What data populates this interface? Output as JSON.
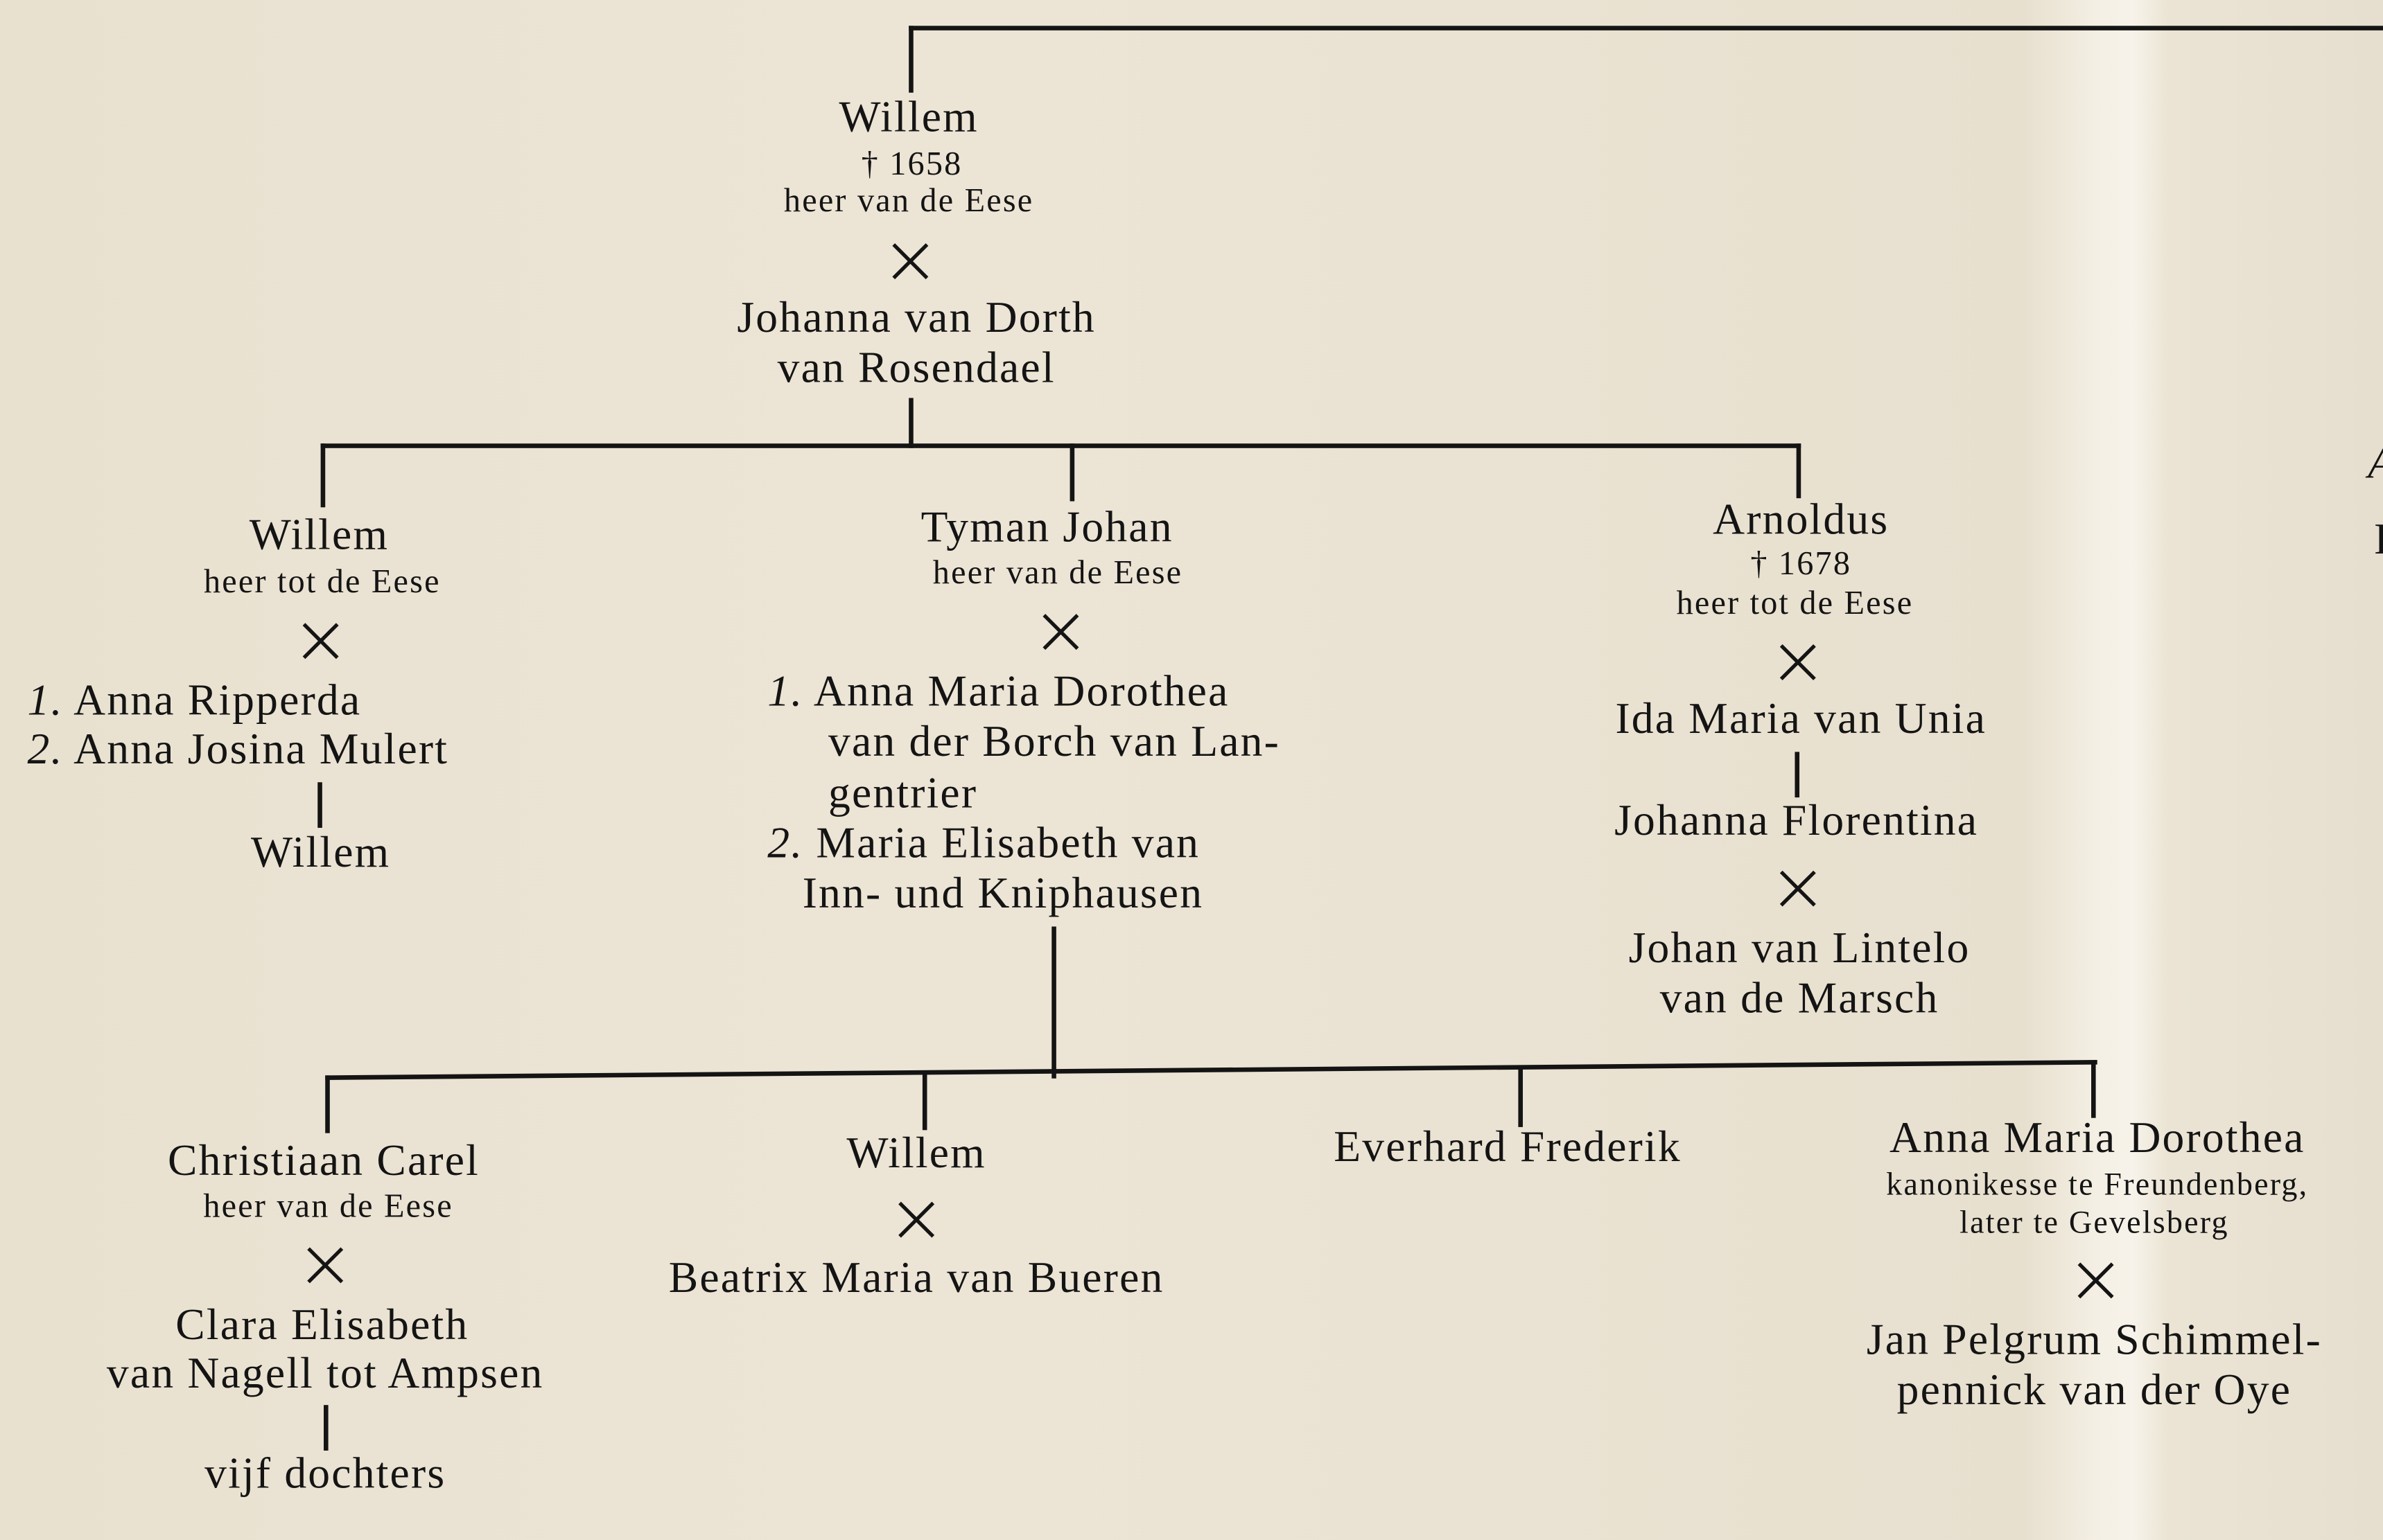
{
  "root": {
    "name": "Willem",
    "death": "† 1658",
    "title": "heer van de Eese",
    "spouse_line1": "Johanna van Dorth",
    "spouse_line2": "van Rosendael"
  },
  "children": [
    {
      "name": "Willem",
      "title": "heer tot de Eese",
      "spouses": [
        {
          "num": "1.",
          "name": "Anna Ripperda"
        },
        {
          "num": "2.",
          "name": "Anna Josina Mulert"
        }
      ],
      "child": "Willem"
    },
    {
      "name": "Tyman Johan",
      "title": "heer van de Eese",
      "spouses": [
        {
          "num": "1.",
          "line1": "Anna Maria Dorothea",
          "line2": "van der Borch van Lan-",
          "line3": "gentrier"
        },
        {
          "num": "2.",
          "line1": "Maria Elisabeth van",
          "line2": "Inn- und Kniphausen"
        }
      ]
    },
    {
      "name": "Arnoldus",
      "death": "† 1678",
      "title": "heer tot de Eese",
      "spouse": "Ida Maria van Unia",
      "child": "Johanna Florentina",
      "child_spouse_line1": "Johan van Lintelo",
      "child_spouse_line2": "van de Marsch"
    }
  ],
  "grandchildren": [
    {
      "name": "Christiaan Carel",
      "title": "heer van de Eese",
      "spouse_line1": "Clara Elisabeth",
      "spouse_line2": "van Nagell tot Ampsen",
      "children": "vijf dochters"
    },
    {
      "name": "Willem",
      "spouse": "Beatrix Maria van Bueren"
    },
    {
      "name": "Everhard Frederik"
    },
    {
      "name": "Anna Maria Dorothea",
      "title_line1": "kanonikesse te Freundenberg,",
      "title_line2": "later te Gevelsberg",
      "spouse_line1": "Jan Pelgrum Schimmel-",
      "spouse_line2": "pennick van der Oye"
    }
  ],
  "edge_fragments": [
    "A",
    "I"
  ],
  "colors": {
    "paper": "#ebe3d3",
    "ink": "#141414"
  }
}
